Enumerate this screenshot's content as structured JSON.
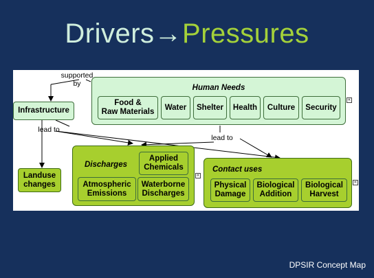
{
  "slide": {
    "title_part1": "Drivers",
    "title_arrow": "→",
    "title_part2": "Pressures",
    "footer": "DPSIR Concept Map"
  },
  "diagram": {
    "human_needs": {
      "title": "Human Needs",
      "items": [
        "Food &\nRaw Materials",
        "Water",
        "Shelter",
        "Health",
        "Culture",
        "Security"
      ]
    },
    "infrastructure": "Infrastructure",
    "landuse": "Landuse\nchanges",
    "discharges": {
      "title": "Discharges",
      "items": [
        "Applied\nChemicals",
        "Atmospheric\nEmissions",
        "Waterborne\nDischarges"
      ]
    },
    "contact_uses": {
      "title": "Contact uses",
      "items": [
        "Physical\nDamage",
        "Biological\nAddition",
        "Biological\nHarvest"
      ]
    },
    "links": {
      "supported_by": "supported\nby",
      "lead_to_1": "lead to",
      "lead_to_2": "lead to"
    },
    "colors": {
      "background": "#16305c",
      "light_node": "#d4f5d6",
      "green_node": "#a7cf2e",
      "title_light": "#cfeedd",
      "title_green": "#a4d13a"
    },
    "icons": [
      "expand-icon"
    ]
  }
}
